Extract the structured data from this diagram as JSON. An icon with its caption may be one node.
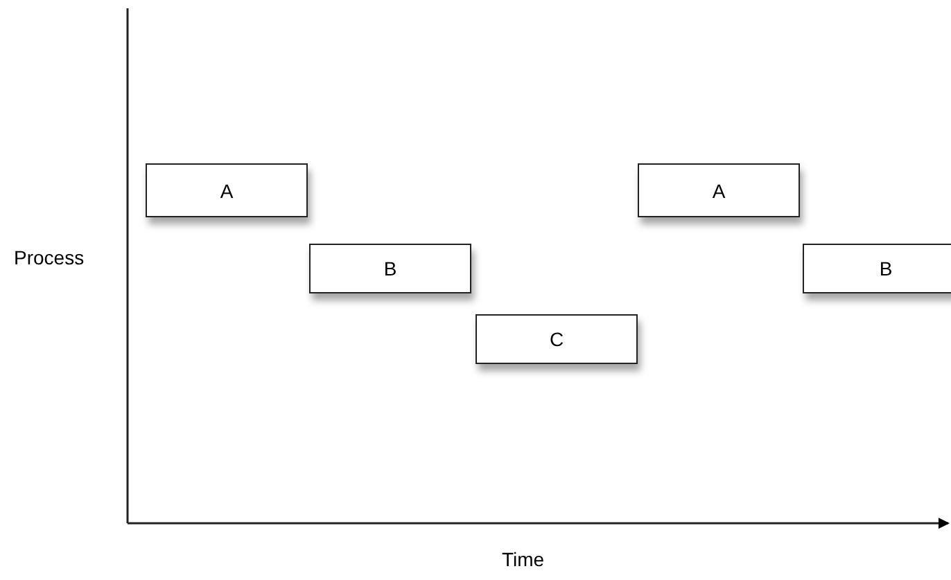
{
  "diagram": {
    "nodes": [
      {
        "text": [
          "A"
        ]
      },
      {
        "text": [
          "B"
        ]
      },
      {
        "text": [
          "C"
        ]
      },
      {
        "text": [
          "A"
        ]
      },
      {
        "text": [
          "B"
        ]
      }
    ],
    "edges": [],
    "labels": [
      "Process",
      "Time"
    ]
  }
}
